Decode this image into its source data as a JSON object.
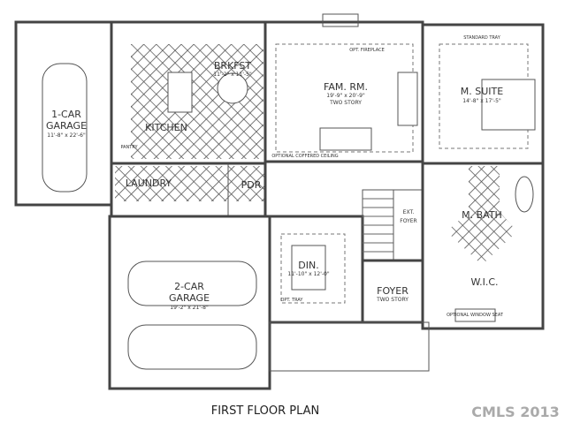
{
  "title": "FIRST FLOOR PLAN",
  "watermark": "CMLS 2013",
  "rooms": {
    "garage1": {
      "name1": "1-CAR",
      "name2": "GARAGE",
      "dims": "11'-8\" x 22'-6\""
    },
    "brkfst": {
      "name": "BRKFST",
      "dims": "11'-2\" x 11'-5\""
    },
    "kitchen": {
      "name": "KITCHEN"
    },
    "pantry": {
      "name": "PANTRY"
    },
    "laundry": {
      "name": "LAUNDRY"
    },
    "pdr": {
      "name": "PDR"
    },
    "famrm": {
      "name": "FAM. RM.",
      "dims": "19'-9\" x 20'-9\"",
      "note": "TWO STORY",
      "fireplace": "OPT. FIREPLACE",
      "ceiling": "OPTIONAL COFFERED CEILING"
    },
    "msuite": {
      "name": "M. SUITE",
      "dims": "14'-8\" x 17'-5\"",
      "note": "STANDARD TRAY"
    },
    "extfoyer": {
      "name1": "EXT.",
      "name2": "FOYER"
    },
    "mbath": {
      "name": "M. BATH"
    },
    "wic": {
      "name": "W.I.C.",
      "seat": "OPTIONAL WINDOW SEAT"
    },
    "din": {
      "name": "DIN.",
      "dims": "11'-10\" x 12'-0\"",
      "tray": "OPT. TRAY"
    },
    "foyer": {
      "name": "FOYER",
      "note": "TWO STORY"
    },
    "garage2": {
      "name1": "2-CAR",
      "name2": "GARAGE",
      "dims": "19'-2\" x 21'-8\""
    }
  }
}
